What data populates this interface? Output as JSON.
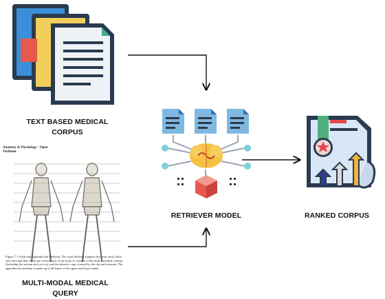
{
  "labels": {
    "text_corpus_line1": "TEXT BASED MEDICAL",
    "text_corpus_line2": "CORPUS",
    "retriever": "RETRIEVER MODEL",
    "ranked": "RANKED CORPUS",
    "query_line1": "MULTI-MODAL MEDICAL",
    "query_line2": "QUERY"
  },
  "query_image": {
    "title": "Anatomy & Physiology - Open Textbook",
    "caption": "Figure 7.1 Axial and Appendicular Skeleton. The axial skeleton supports the head, neck, back, and chest and thus forms the vertical axis of the body. It consists of the skull, vertebral column (including the sacrum and coccyx), and the thoracic cage, formed by the ribs and sternum. The appendicular skeleton is made up of all bones of the upper and lower limbs."
  },
  "colors": {
    "doc_blue": "#3a8fd8",
    "doc_yellow": "#f2cf5a",
    "doc_red": "#e65a4d",
    "brain": "#f5c242",
    "node_teal": "#7fcfdc",
    "cube_red": "#e8584f",
    "ribbon_green": "#4caf7d",
    "star_red": "#e5484d",
    "arrow_navy": "#2f3e8f",
    "arrow_yellow": "#f2b33d",
    "paper_blue": "#d9e6f5"
  }
}
